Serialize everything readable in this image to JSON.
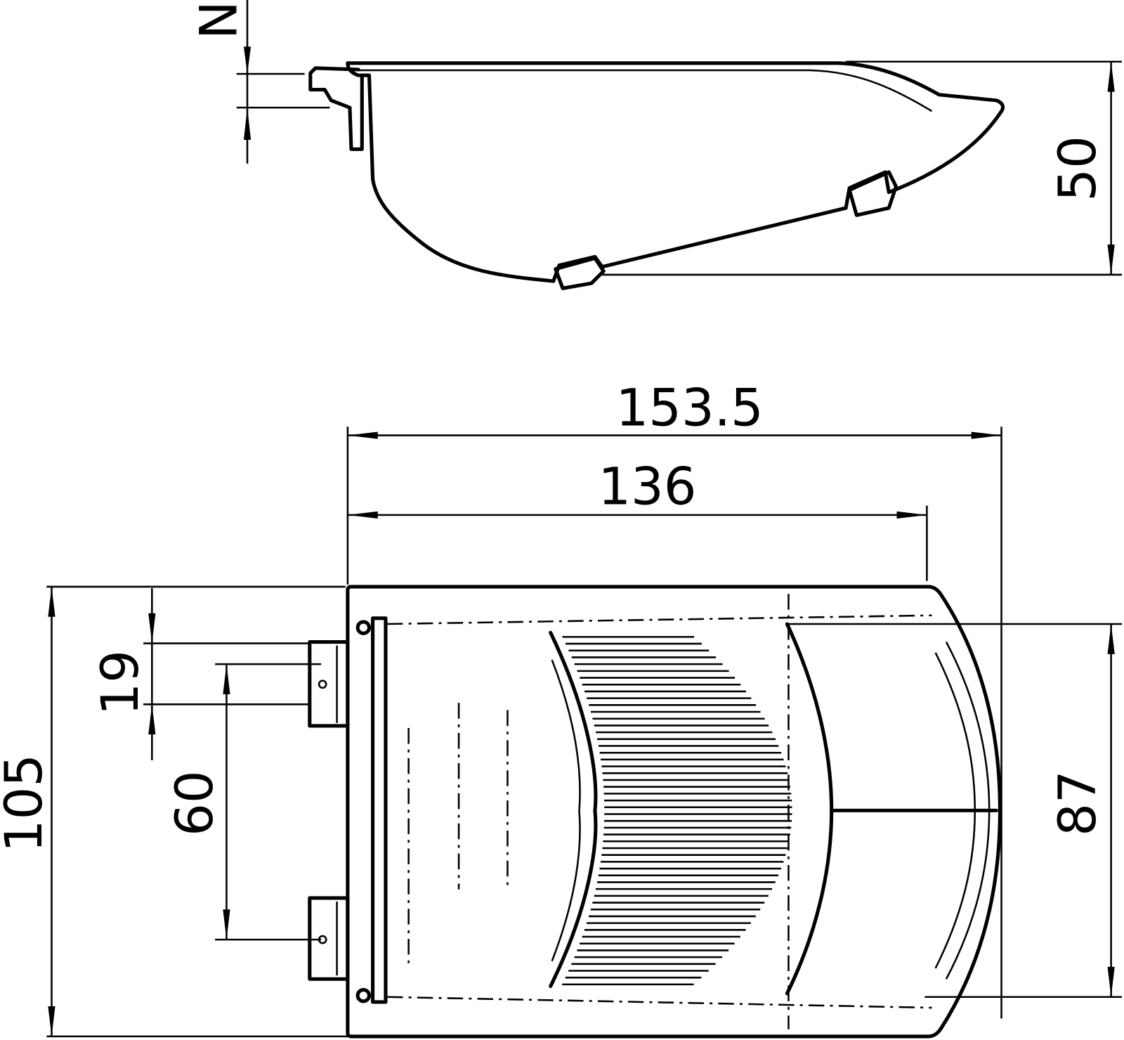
{
  "drawing": {
    "side_view": {
      "dimensions": {
        "clip_offset": "N",
        "height": "50"
      }
    },
    "top_view": {
      "dimensions": {
        "overall_length": "153.5",
        "body_length": "136",
        "overall_width": "105",
        "bracket_height": "19",
        "bracket_spacing": "60",
        "lens_width": "87"
      }
    }
  }
}
